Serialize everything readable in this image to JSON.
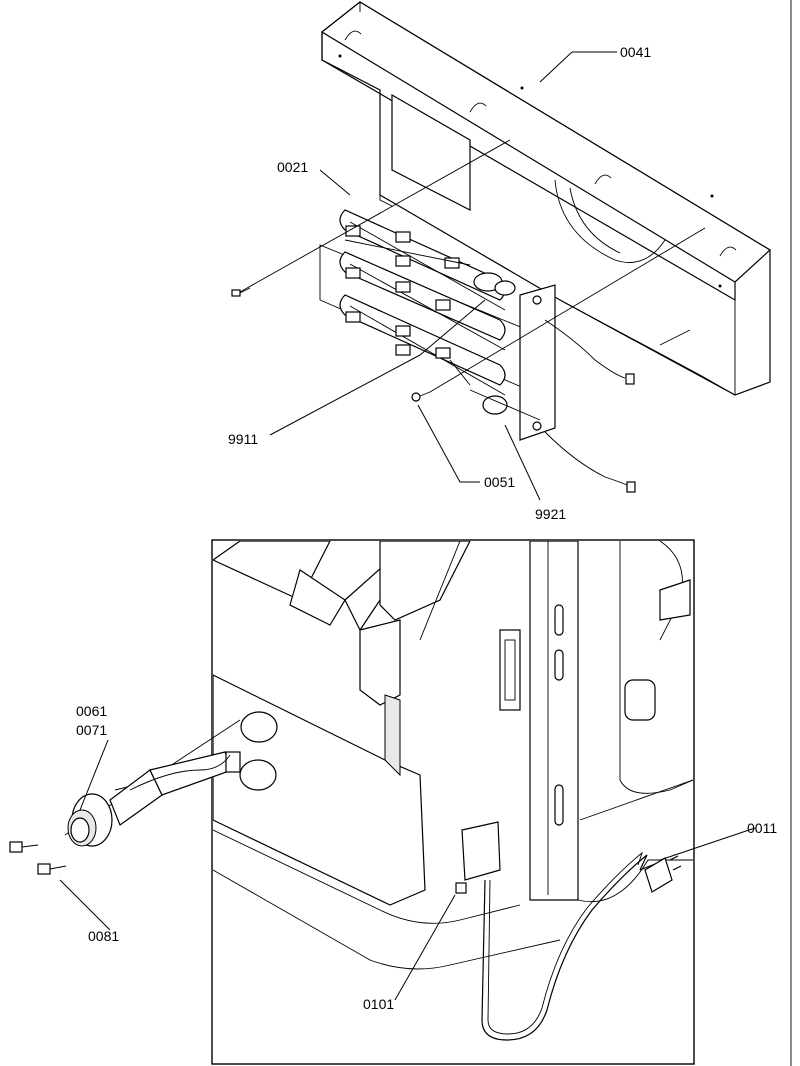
{
  "colors": {
    "ink": "#000000",
    "paper": "#ffffff",
    "shade": "#e9e9e9"
  },
  "callouts": {
    "c0041": "0041",
    "c0021": "0021",
    "c9911": "9911",
    "c0051": "0051",
    "c9921": "9921",
    "c0061": "0061",
    "c0071": "0071",
    "c0081": "0081",
    "c0011": "0011",
    "c0101": "0101"
  }
}
